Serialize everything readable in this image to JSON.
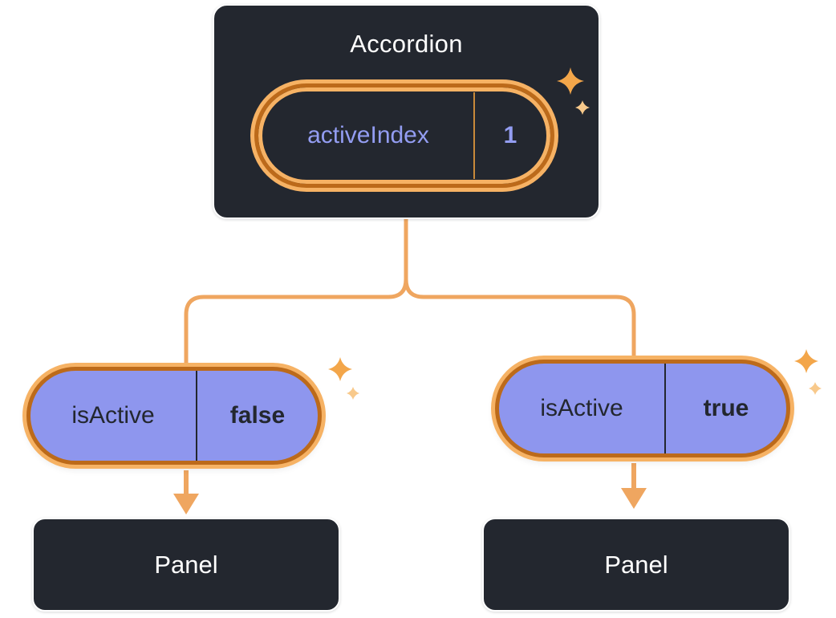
{
  "colors": {
    "page_bg": "#ffffff",
    "box_bg": "#23272f",
    "box_border": "#ffffff",
    "box_text": "#ffffff",
    "ring_outer": "#f6b264",
    "ring_dark": "#bc6a1a",
    "purple_fill": "#8e96ee",
    "purple_text": "#939df2",
    "dark_text": "#23272f",
    "line": "#efa660",
    "sparkle": "#f3a64a",
    "sparkle_light": "#f8c98b",
    "divider_gold": "#c98a3a",
    "divider_dark": "#23272f"
  },
  "accordion": {
    "title": "Accordion",
    "state": {
      "name": "activeIndex",
      "value": "1"
    }
  },
  "children": [
    {
      "prop": {
        "name": "isActive",
        "value": "false"
      },
      "panel": {
        "title": "Panel"
      }
    },
    {
      "prop": {
        "name": "isActive",
        "value": "true"
      },
      "panel": {
        "title": "Panel"
      }
    }
  ]
}
